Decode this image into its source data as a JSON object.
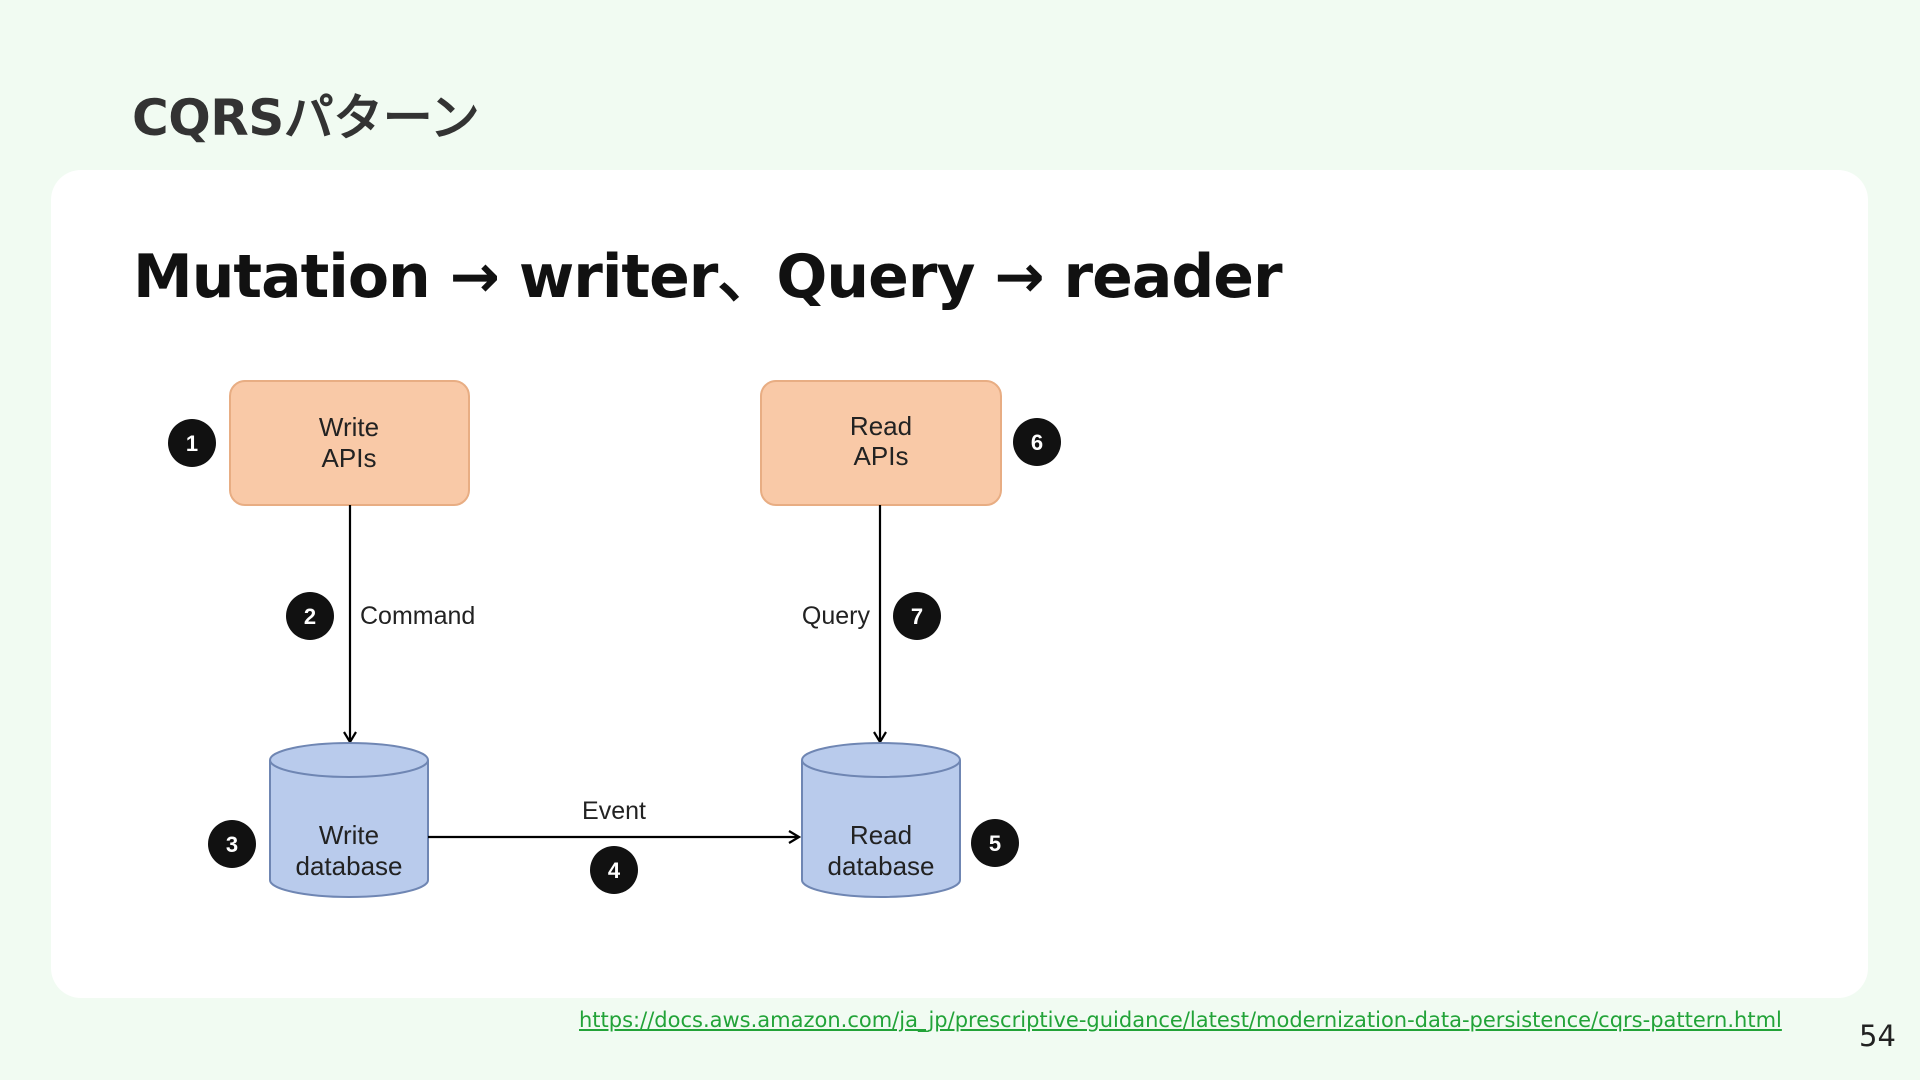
{
  "slide": {
    "title": "CQRSパターン",
    "headline": "Mutation → writer、Query → reader",
    "source_url": "https://docs.aws.amazon.com/ja_jp/prescriptive-guidance/latest/modernization-data-persistence/cqrs-pattern.html",
    "page_number": "54"
  },
  "diagram": {
    "nodes": {
      "write_apis": {
        "line1": "Write",
        "line2": "APIs",
        "badge": "1"
      },
      "read_apis": {
        "line1": "Read",
        "line2": "APIs",
        "badge": "6"
      },
      "write_db": {
        "line1": "Write",
        "line2": "database",
        "badge": "3"
      },
      "read_db": {
        "line1": "Read",
        "line2": "database",
        "badge": "5"
      }
    },
    "edges": {
      "command": {
        "label": "Command",
        "badge": "2"
      },
      "event": {
        "label": "Event",
        "badge": "4"
      },
      "query": {
        "label": "Query",
        "badge": "7"
      }
    }
  },
  "colors": {
    "api_fill": "#f9c9a7",
    "api_stroke": "#e8ad83",
    "db_fill": "#b9cbec",
    "db_stroke": "#6f86b3",
    "badge": "#111111",
    "link": "#22a338",
    "background": "#f1fbf2",
    "card": "#ffffff"
  }
}
